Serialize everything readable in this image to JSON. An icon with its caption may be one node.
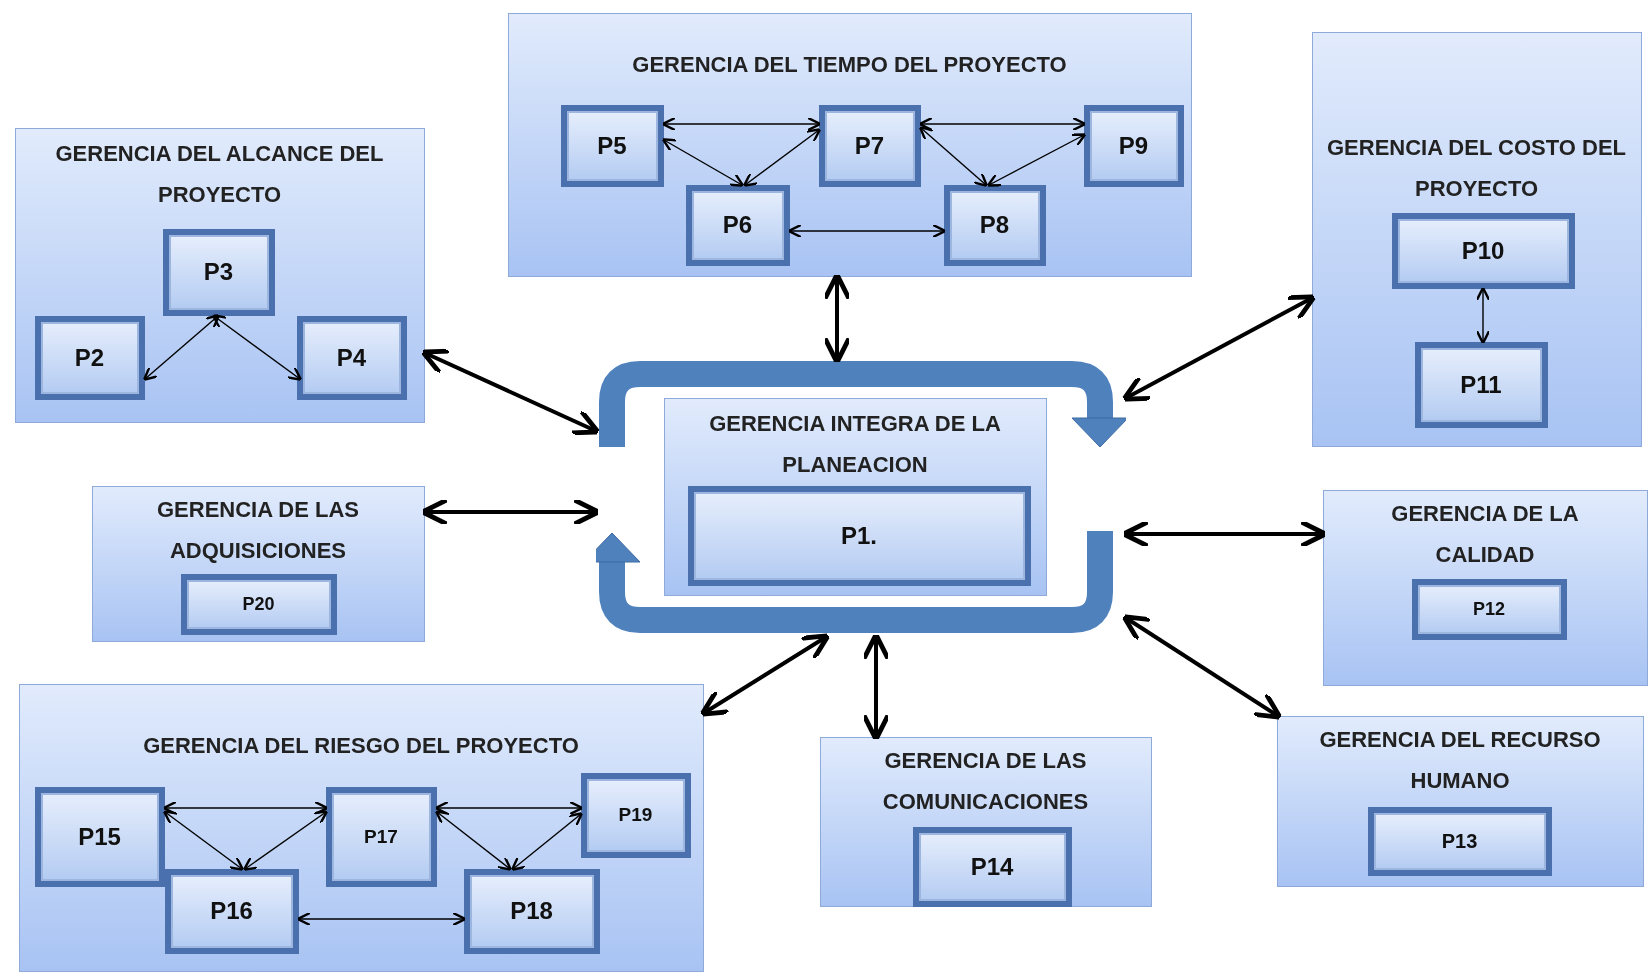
{
  "diagram": {
    "nodes": [
      {
        "text": [
          "GERENCIA DEL ALCANCE DEL PROYECTO"
        ]
      },
      {
        "text": [
          "P3"
        ],
        "in": 0
      },
      {
        "text": [
          "P2"
        ],
        "in": 0
      },
      {
        "text": [
          "P4"
        ],
        "in": 0
      },
      {
        "text": [
          "GERENCIA DEL TIEMPO DEL PROYECTO"
        ]
      },
      {
        "text": [
          "P5"
        ],
        "in": 4
      },
      {
        "text": [
          "P7"
        ],
        "in": 4
      },
      {
        "text": [
          "P9"
        ],
        "in": 4
      },
      {
        "text": [
          "P6"
        ],
        "in": 4
      },
      {
        "text": [
          "P8"
        ],
        "in": 4
      },
      {
        "text": [
          "GERENCIA DEL COSTO DEL PROYECTO"
        ]
      },
      {
        "text": [
          "P10"
        ],
        "in": 10
      },
      {
        "text": [
          "P11"
        ],
        "in": 10
      },
      {
        "text": [],
        "shape": "cycle"
      },
      {
        "text": [
          "GERENCIA INTEGRA DE LA PLANEACION"
        ],
        "in": 13
      },
      {
        "text": [
          "P1."
        ],
        "in": 14
      },
      {
        "text": [
          "GERENCIA DE LAS ADQUISICIONES"
        ]
      },
      {
        "text": [
          "P20"
        ],
        "in": 16
      },
      {
        "text": [
          "GERENCIA DE LA CALIDAD"
        ]
      },
      {
        "text": [
          "P12"
        ],
        "in": 18
      },
      {
        "text": [
          "GERENCIA DEL RIESGO DEL PROYECTO"
        ]
      },
      {
        "text": [
          "P15"
        ],
        "in": 20
      },
      {
        "text": [
          "P17"
        ],
        "in": 20
      },
      {
        "text": [
          "P19"
        ],
        "in": 20
      },
      {
        "text": [
          "P16"
        ],
        "in": 20
      },
      {
        "text": [
          "P18"
        ],
        "in": 20
      },
      {
        "text": [
          "GERENCIA DE LAS COMUNICACIONES"
        ]
      },
      {
        "text": [
          "P14"
        ],
        "in": 26
      },
      {
        "text": [
          "GERENCIA DEL RECURSO HUMANO"
        ]
      },
      {
        "text": [
          "P13"
        ],
        "in": 28
      }
    ],
    "edges": [
      {
        "from": 2,
        "to": 1,
        "arrow": "both"
      },
      {
        "from": 1,
        "to": 3,
        "arrow": "both"
      },
      {
        "from": 5,
        "to": 6,
        "arrow": "both"
      },
      {
        "from": 5,
        "to": 8,
        "arrow": "both"
      },
      {
        "from": 6,
        "to": 8,
        "arrow": "both"
      },
      {
        "from": 8,
        "to": 9,
        "arrow": "both"
      },
      {
        "from": 6,
        "to": 7,
        "arrow": "both"
      },
      {
        "from": 6,
        "to": 9,
        "arrow": "both"
      },
      {
        "from": 7,
        "to": 9,
        "arrow": "both"
      },
      {
        "from": 11,
        "to": 12,
        "arrow": "both"
      },
      {
        "from": 21,
        "to": 22,
        "arrow": "both"
      },
      {
        "from": 21,
        "to": 24,
        "arrow": "both"
      },
      {
        "from": 22,
        "to": 24,
        "arrow": "both"
      },
      {
        "from": 22,
        "to": 23,
        "arrow": "both"
      },
      {
        "from": 22,
        "to": 25,
        "arrow": "both"
      },
      {
        "from": 23,
        "to": 25,
        "arrow": "both"
      },
      {
        "from": 24,
        "to": 25,
        "arrow": "both"
      },
      {
        "from": 0,
        "to": 13,
        "arrow": "both",
        "style": "thick"
      },
      {
        "from": 4,
        "to": 13,
        "arrow": "both",
        "style": "thick"
      },
      {
        "from": 10,
        "to": 13,
        "arrow": "both",
        "style": "thick"
      },
      {
        "from": 16,
        "to": 13,
        "arrow": "both",
        "style": "thick"
      },
      {
        "from": 18,
        "to": 13,
        "arrow": "both",
        "style": "thick"
      },
      {
        "from": 28,
        "to": 13,
        "arrow": "both",
        "style": "thick"
      },
      {
        "from": 20,
        "to": 13,
        "arrow": "both",
        "style": "thick"
      },
      {
        "from": 26,
        "to": 13,
        "arrow": "both",
        "style": "thick"
      }
    ]
  }
}
